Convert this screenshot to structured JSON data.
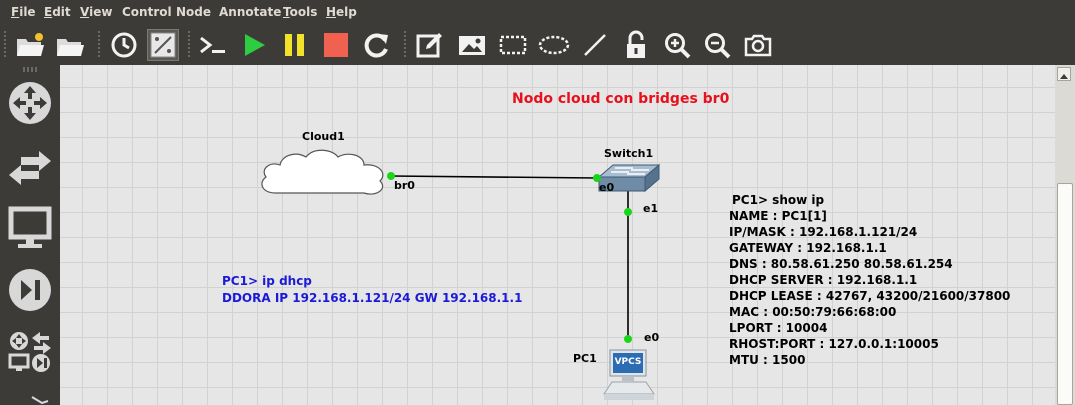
{
  "menu": [
    "File",
    "Edit",
    "View",
    "Control",
    "Node",
    "Annotate",
    "Tools",
    "Help"
  ],
  "colors": {
    "accent_green": "#2ecc40",
    "pause_yellow": "#f2e22c",
    "stop_red": "#f0614f",
    "title_red": "#e8101c",
    "note_blue": "#1a1ad8",
    "link_dot": "#1ad61a"
  },
  "toolbar_icons": [
    "new-project-icon",
    "open-project-icon",
    "snapshot-clock-icon",
    "show-interface-labels-icon",
    "console-icon",
    "start-icon",
    "pause-icon",
    "stop-icon",
    "reload-icon",
    "add-note-icon",
    "insert-picture-icon",
    "draw-rectangle-icon",
    "draw-ellipse-icon",
    "draw-line-icon",
    "lock-icon",
    "zoom-in-icon",
    "zoom-out-icon",
    "screenshot-icon"
  ],
  "sidebar_icons": [
    "router-icon",
    "switch-arrows-icon",
    "end-device-monitor-icon",
    "security-device-icon",
    "all-devices-icon"
  ],
  "canvas": {
    "title": "Nodo cloud con bridges br0",
    "nodes": {
      "cloud": "Cloud1",
      "switch": "Switch1",
      "pc": "PC1",
      "pc_screen_text": "VPCS"
    },
    "ports": {
      "cloud_port": "br0",
      "switch_port_cloud": "e0",
      "switch_port_pc": "e1",
      "pc_port": "e0"
    },
    "dhcp_note": {
      "line1": "PC1> ip dhcp",
      "line2": "DDORA IP 192.168.1.121/24 GW 192.168.1.1"
    },
    "show_ip_note": [
      "PC1> show ip",
      "NAME      : PC1[1]",
      "IP/MASK    : 192.168.1.121/24",
      "GATEWAY    : 192.168.1.1",
      "DNS       : 80.58.61.250  80.58.61.254",
      "DHCP SERVER : 192.168.1.1",
      "DHCP LEASE : 42767, 43200/21600/37800",
      "MAC       : 00:50:79:66:68:00",
      "LPORT      : 10004",
      "RHOST:PORT  : 127.0.0.1:10005",
      "MTU       : 1500"
    ]
  }
}
